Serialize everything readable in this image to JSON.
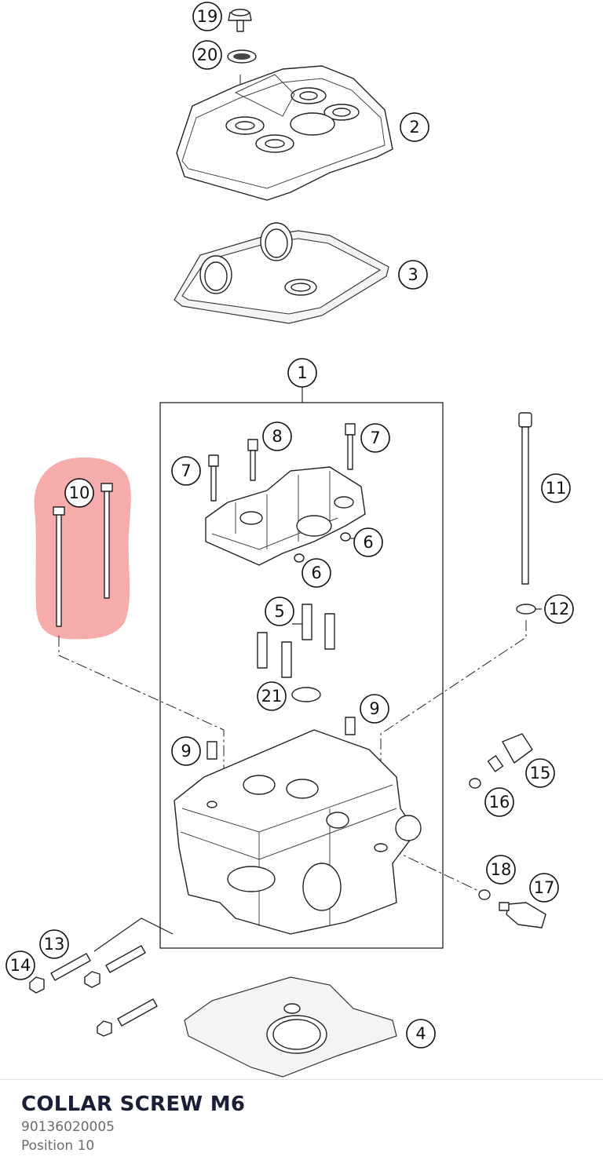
{
  "highlight_color": "#f7a8a8",
  "selected_callout": "10",
  "callouts": [
    "1",
    "2",
    "3",
    "4",
    "5",
    "6",
    "6",
    "7",
    "7",
    "8",
    "9",
    "9",
    "10",
    "11",
    "12",
    "13",
    "14",
    "15",
    "16",
    "17",
    "18",
    "19",
    "20",
    "21"
  ],
  "part": {
    "title": "COLLAR SCREW M6",
    "number": "90136020005",
    "position": "Position 10"
  }
}
